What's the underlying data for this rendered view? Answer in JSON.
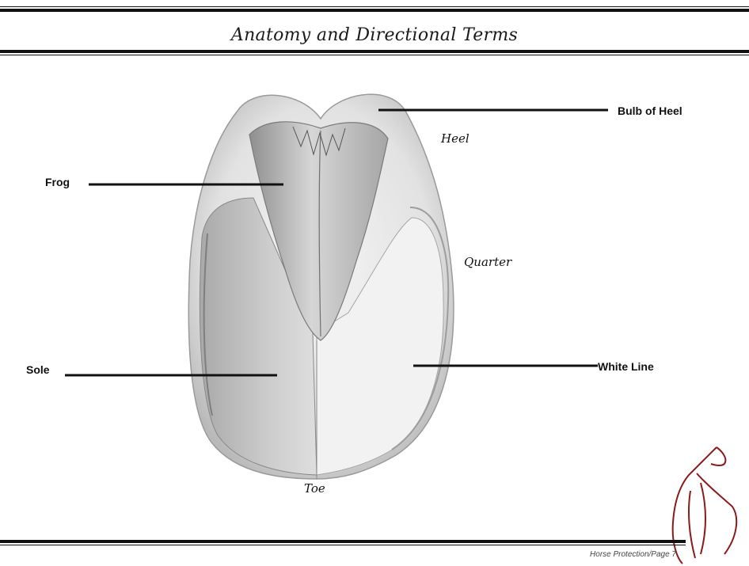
{
  "title": "Anatomy and Directional Terms",
  "labels": {
    "bulb_of_heel": "Bulb of Heel",
    "frog": "Frog",
    "sole": "Sole",
    "white_line": "White Line"
  },
  "directions": {
    "heel": "Heel",
    "quarter": "Quarter",
    "toe": "Toe"
  },
  "footer": {
    "page_text": "Horse Protection/Page 7"
  },
  "colors": {
    "rule": "#111111",
    "hoof_wall": "#e8e8e8",
    "sole_shade": "#c9c9c9",
    "logo": "#8b1a1a"
  },
  "logo": {
    "icon": "horse-head-logo-icon"
  }
}
